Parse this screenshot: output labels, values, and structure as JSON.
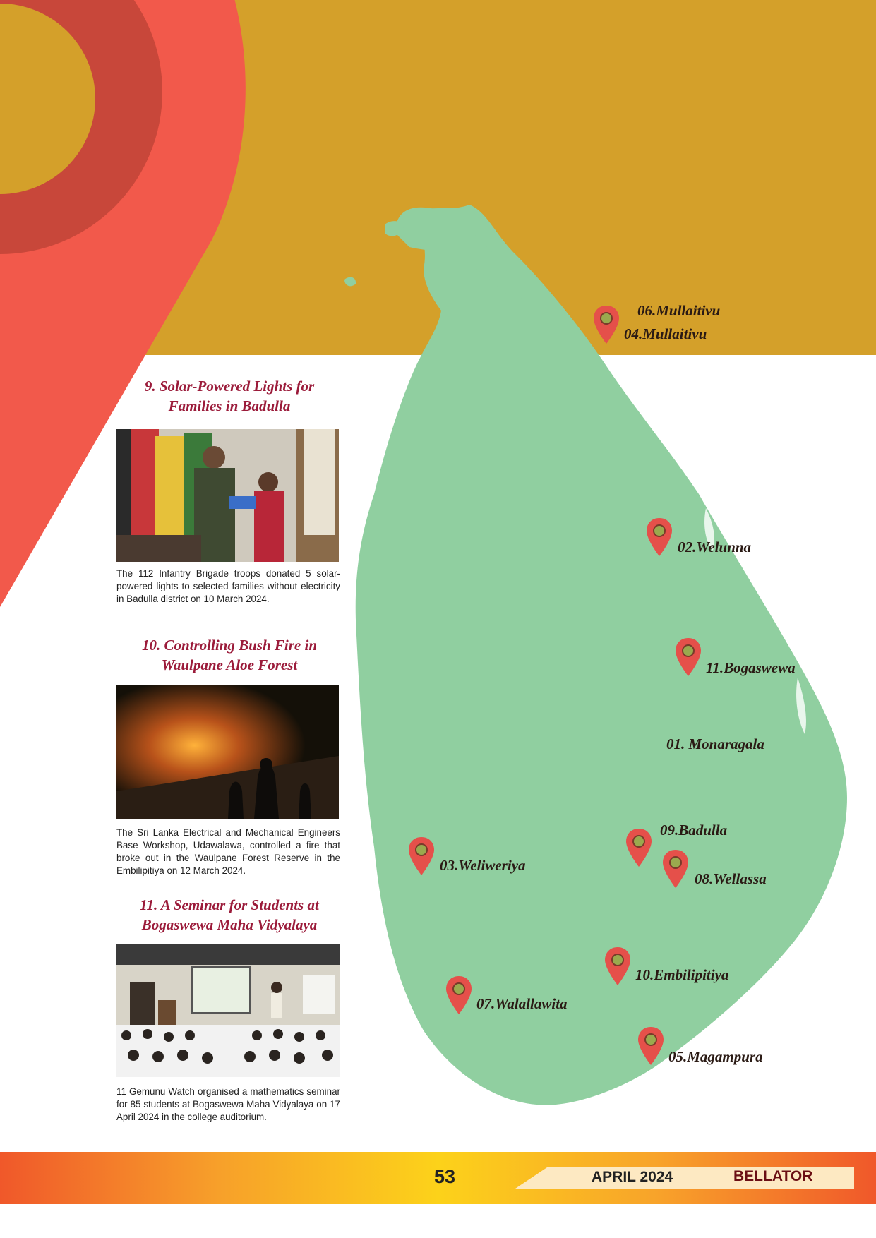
{
  "colors": {
    "gold": "#d4a02a",
    "coral": "#f2594b",
    "dark_ring": "#c8473a",
    "map_green": "#90cfa0",
    "pin_red": "#e5504a",
    "pin_center": "#9aa94e",
    "title_crimson": "#9b1b3a"
  },
  "map": {
    "labels": [
      {
        "id": "06",
        "text": "06.Mullaitivu"
      },
      {
        "id": "04",
        "text": "04.Mullaitivu"
      },
      {
        "id": "02",
        "text": "02.Welunna"
      },
      {
        "id": "11",
        "text": "11.Bogaswewa"
      },
      {
        "id": "01",
        "text": "01. Monaragala"
      },
      {
        "id": "09",
        "text": "09.Badulla"
      },
      {
        "id": "03",
        "text": "03.Weliweriya"
      },
      {
        "id": "08",
        "text": "08.Wellassa"
      },
      {
        "id": "10",
        "text": "10.Embilipitiya"
      },
      {
        "id": "07",
        "text": "07.Walallawita"
      },
      {
        "id": "05",
        "text": "05.Magampura"
      }
    ]
  },
  "sections": [
    {
      "title_line1": "9.  Solar-Powered Lights for",
      "title_line2": "Families in Badulla",
      "caption": "The 112 Infantry Brigade troops donated 5 solar-powered lights to selected families without electricity in Badulla district on 10 March 2024."
    },
    {
      "title_line1": "10.  Controlling Bush Fire in",
      "title_line2": "Waulpane Aloe Forest",
      "caption": "The Sri Lanka Electrical and Mechanical Engineers Base Workshop, Udawalawa, controlled a fire that broke out in the Waulpane Forest Reserve in the Embilipitiya on 12 March 2024."
    },
    {
      "title_line1": "11. A Seminar for Students at",
      "title_line2": "Bogaswewa Maha Vidyalaya",
      "caption": "11 Gemunu Watch organised a mathematics seminar for 85 students at Bogaswewa Maha Vidyalaya on 17 April 2024 in the college auditorium."
    }
  ],
  "footer": {
    "page_number": "53",
    "date": "APRIL 2024",
    "brand": "BELLATOR"
  }
}
